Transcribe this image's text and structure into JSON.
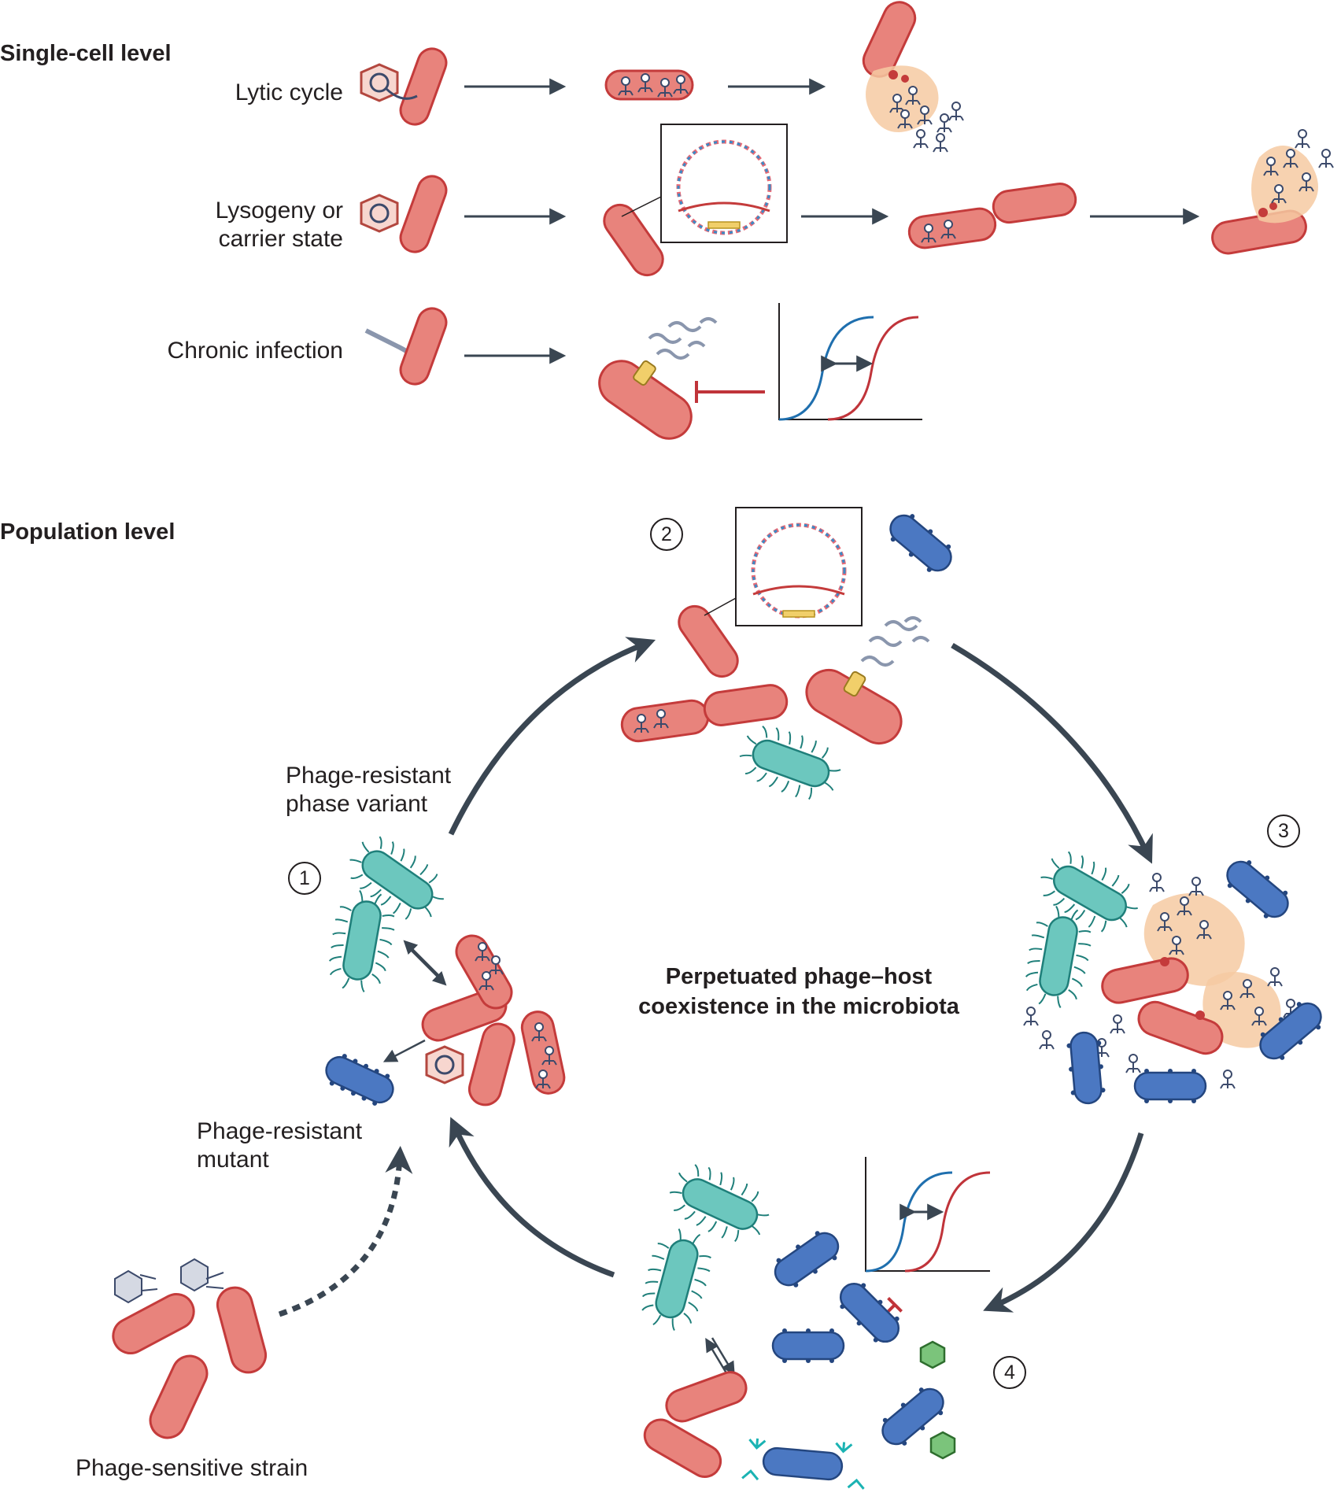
{
  "headings": {
    "single_cell": "Single-cell level",
    "population": "Population level"
  },
  "single_cell": {
    "lytic": "Lytic cycle",
    "lysogeny_line1": "Lysogeny or",
    "lysogeny_line2": "carrier state",
    "chronic": "Chronic infection"
  },
  "population": {
    "center_line1": "Perpetuated phage–host",
    "center_line2": "coexistence in the microbiota",
    "resistant_variant_line1": "Phage-resistant",
    "resistant_variant_line2": "phase variant",
    "resistant_mutant_line1": "Phage-resistant",
    "resistant_mutant_line2": "mutant",
    "sensitive_strain": "Phage-sensitive strain",
    "step1": "1",
    "step2": "2",
    "step3": "3",
    "step4": "4"
  },
  "colors": {
    "host_cell": "#e8837c",
    "host_outline": "#c43b3b",
    "resistant_mutant": "#4b78c2",
    "phase_variant": "#6cc7be",
    "phage": "#3c4a6b",
    "arrow": "#3a4652",
    "lysis_cloud": "#f6caa2",
    "curve_blue": "#1f6fae",
    "curve_red": "#c0343a",
    "integrated_gene": "#f1cf6a",
    "green_phage": "#5cae5c"
  }
}
